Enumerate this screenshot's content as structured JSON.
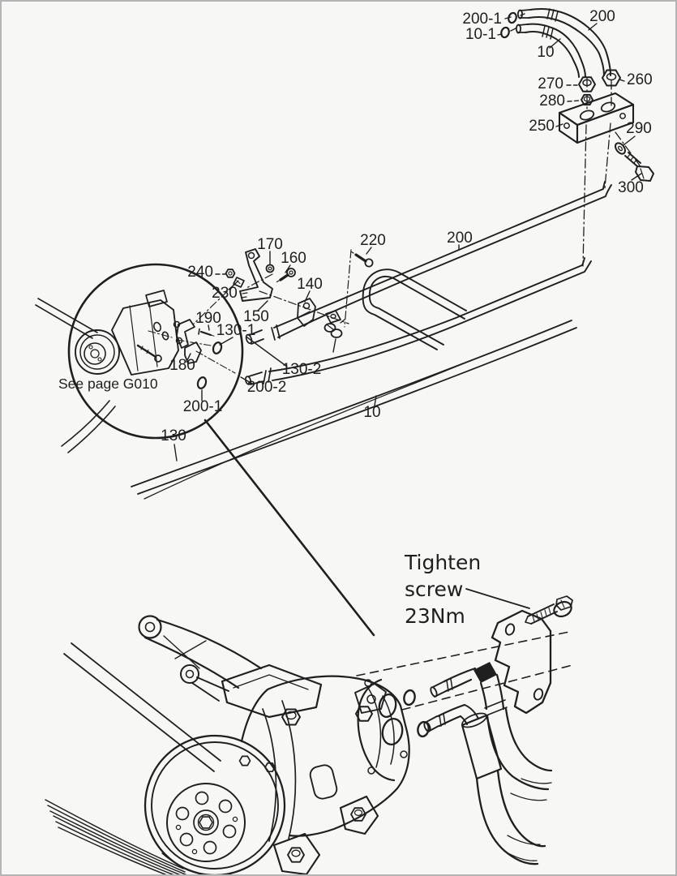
{
  "theme": {
    "paper": "#f7f7f5",
    "ink": "#1f1f1f",
    "border": "#b5b5b5"
  },
  "callouts": [
    {
      "text": "200-1"
    },
    {
      "text": "10-1"
    },
    {
      "text": "200"
    },
    {
      "text": "10"
    },
    {
      "text": "270"
    },
    {
      "text": "260"
    },
    {
      "text": "280"
    },
    {
      "text": "250"
    },
    {
      "text": "290"
    },
    {
      "text": "300"
    },
    {
      "text": "220"
    },
    {
      "text": "200"
    },
    {
      "text": "170"
    },
    {
      "text": "160"
    },
    {
      "text": "240"
    },
    {
      "text": "230"
    },
    {
      "text": "140"
    },
    {
      "text": "150"
    },
    {
      "text": "190"
    },
    {
      "text": "130-1"
    },
    {
      "text": "180"
    },
    {
      "text": "130-2"
    },
    {
      "text": "200-2"
    },
    {
      "text": "200-1"
    },
    {
      "text": "130"
    },
    {
      "text": "10"
    }
  ],
  "notes": {
    "see_page": "See page G010",
    "torque_line1": "Tighten",
    "torque_line2": "screw",
    "torque_line3": "23Nm"
  }
}
